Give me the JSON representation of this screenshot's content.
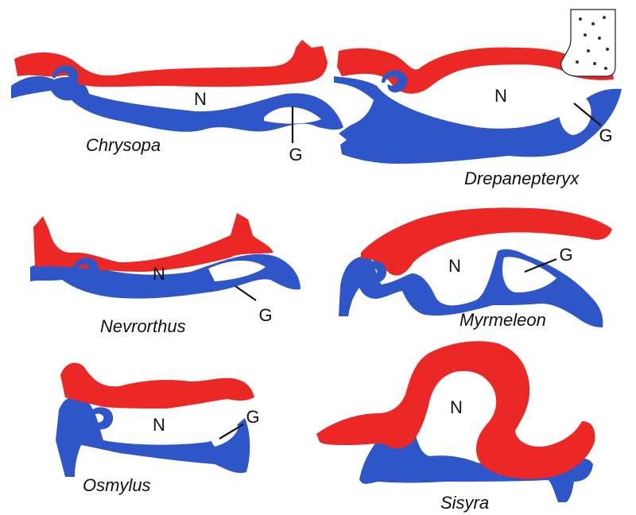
{
  "panels": [
    {
      "species": "Chrysopa",
      "n_label": "N",
      "g_label": "G"
    },
    {
      "species": "Drepanepteryx",
      "n_label": "N",
      "g_label": "G"
    },
    {
      "species": "Nevrorthus",
      "n_label": "N",
      "g_label": "G"
    },
    {
      "species": "Myrmeleon",
      "n_label": "N",
      "g_label": "G"
    },
    {
      "species": "Osmylus",
      "n_label": "N",
      "g_label": "G"
    },
    {
      "species": "Sisyra",
      "n_label": "N"
    }
  ],
  "colors": {
    "dorsal": "#ec2826",
    "ventral": "#2f56c8",
    "background": "#ffffff"
  }
}
